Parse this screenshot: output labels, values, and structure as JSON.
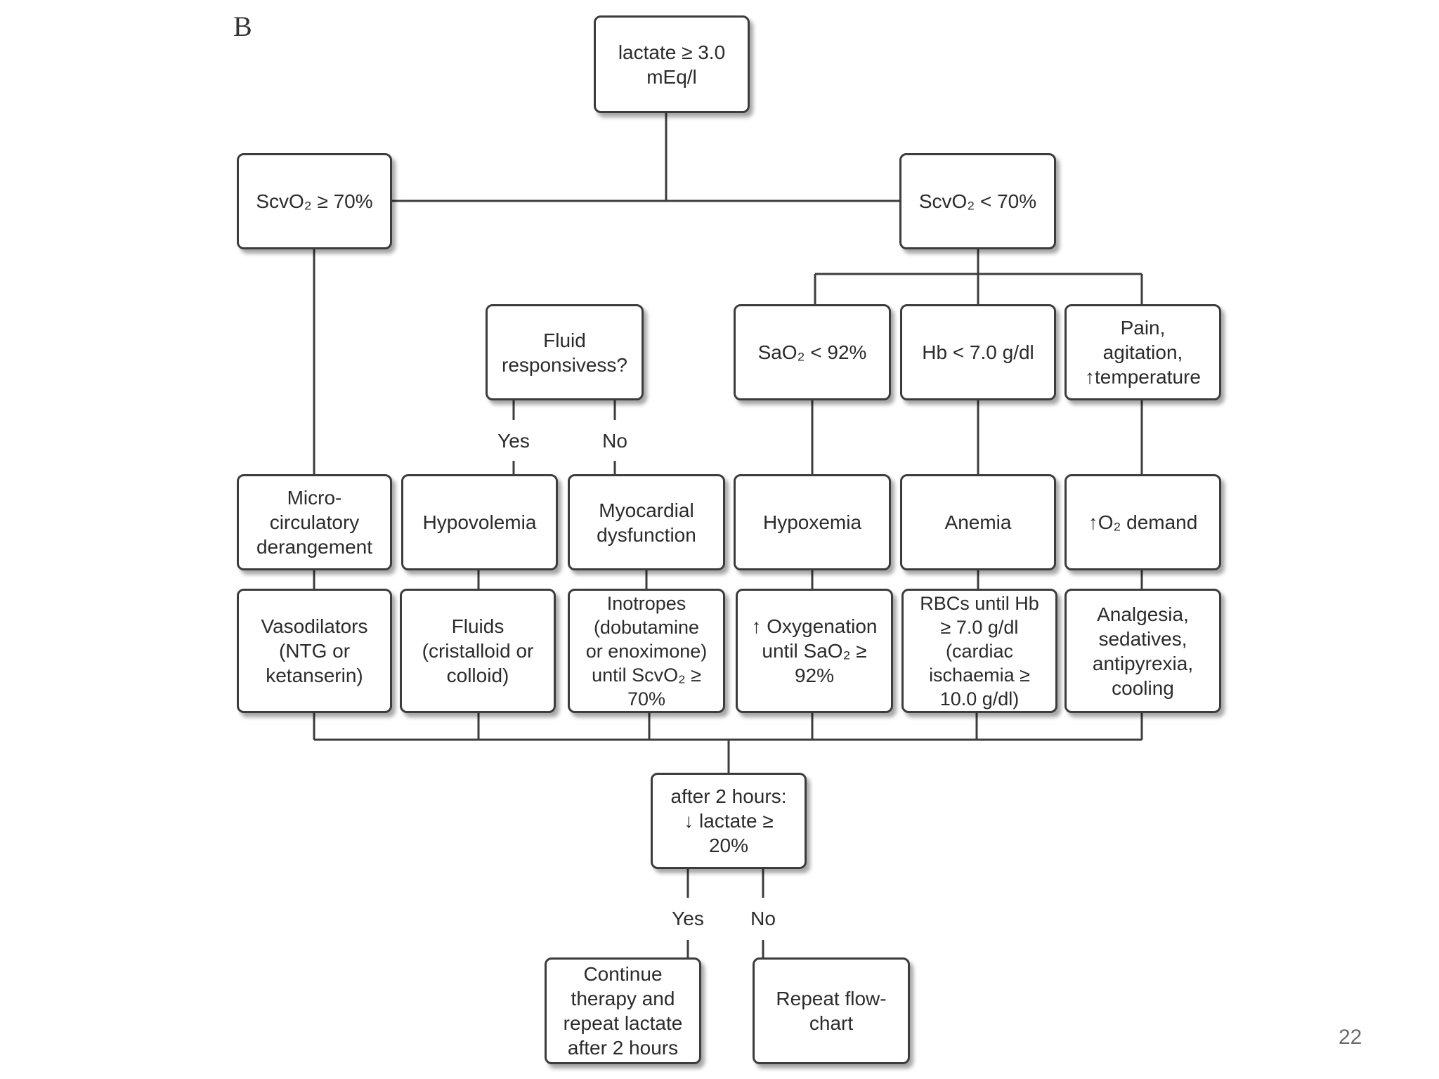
{
  "panel_letter": "B",
  "page_number": "22",
  "nodes": {
    "lactate": "lactate ≥ 3.0\nmEq/l",
    "scvo2_high": "ScvO₂ ≥ 70%",
    "scvo2_low": "ScvO₂ < 70%",
    "fluid_q": "Fluid\nresponsivess?",
    "sao2": "SaO₂ < 92%",
    "hb": "Hb < 7.0 g/dl",
    "pain": "Pain,\nagitation,\n↑temperature",
    "micro": "Micro-\ncirculatory\nderangement",
    "hypovol": "Hypovolemia",
    "myocard": "Myocardial\ndysfunction",
    "hypox": "Hypoxemia",
    "anemia": "Anemia",
    "o2demand": "↑O₂ demand",
    "vaso": "Vasodilators\n(NTG or\nketanserin)",
    "fluids": "Fluids\n(cristalloid or\ncolloid)",
    "inotropes": "Inotropes\n(dobutamine\nor enoximone)\nuntil ScvO₂ ≥\n70%",
    "oxygenation": "↑ Oxygenation\nuntil SaO₂ ≥\n92%",
    "rbcs": "RBCs until Hb\n≥ 7.0 g/dl\n(cardiac\nischaemia ≥\n10.0 g/dl)",
    "analgesia": "Analgesia,\nsedatives,\nantipyrexia,\ncooling",
    "after2h": "after 2 hours:\n↓ lactate ≥\n20%",
    "continue": "Continue\ntherapy and\nrepeat lactate\nafter 2 hours",
    "repeat": "Repeat flow-\nchart"
  },
  "branches": {
    "fluid_yes": "Yes",
    "fluid_no": "No",
    "lactate_yes": "Yes",
    "lactate_no": "No"
  }
}
